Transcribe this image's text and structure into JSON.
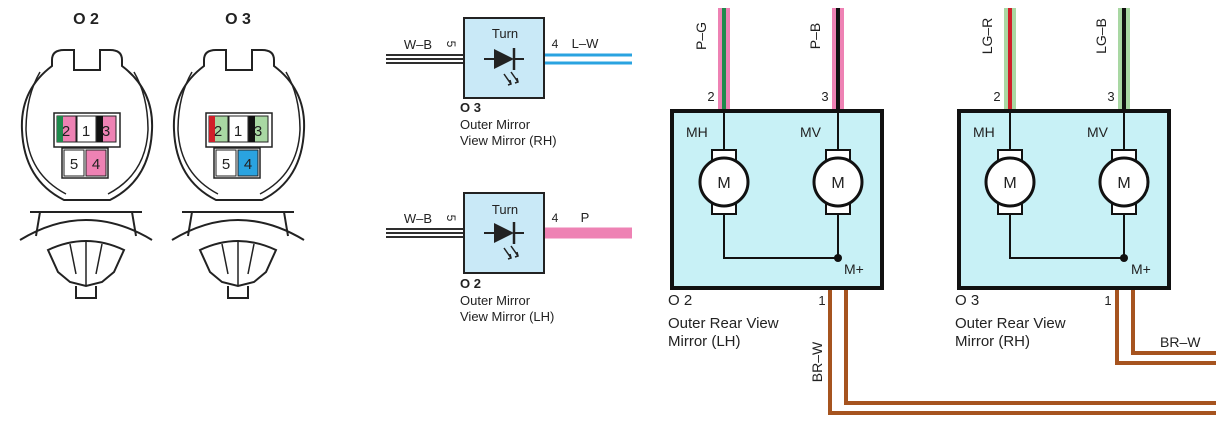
{
  "connectors": [
    {
      "code": "O 2",
      "pins_top": [
        "2",
        "1",
        "3"
      ],
      "pins_bottom": [
        "5",
        "4"
      ]
    },
    {
      "code": "O 3",
      "pins_top": [
        "2",
        "1",
        "3"
      ],
      "pins_bottom": [
        "5",
        "4"
      ]
    }
  ],
  "turn_lamps": [
    {
      "label": "Turn",
      "code": "O 3",
      "line1": "Outer Mirror",
      "line2": "View Mirror (RH)",
      "in_wire": "W–B",
      "in_pin": "5",
      "out_pin": "4",
      "out_wire": "L–W"
    },
    {
      "label": "Turn",
      "code": "O 2",
      "line1": "Outer Mirror",
      "line2": "View Mirror (LH)",
      "in_wire": "W–B",
      "in_pin": "5",
      "out_pin": "4",
      "out_wire": "P"
    }
  ],
  "mirrors": [
    {
      "code": "O 2",
      "line1": "Outer Rear View",
      "line2": "Mirror (LH)",
      "wire_a": "P–G",
      "pin_a": "2",
      "wire_b": "P–B",
      "pin_b": "3",
      "motor_a": "MH",
      "motor_b": "MV",
      "motor_symbol": "M",
      "common_label": "M+",
      "common_pin": "1"
    },
    {
      "code": "O 3",
      "line1": "Outer Rear View",
      "line2": "Mirror (RH)",
      "wire_a": "LG–R",
      "pin_a": "2",
      "wire_b": "LG–B",
      "pin_b": "3",
      "motor_a": "MH",
      "motor_b": "MV",
      "motor_symbol": "M",
      "common_label": "M+",
      "common_pin": "1"
    }
  ],
  "ground_wire_lh": "BR–W",
  "ground_wire_rh": "BR–W",
  "colors": {
    "pink": "#ee82b4",
    "green": "#1f8a4c",
    "black": "#111111",
    "red": "#d0202a",
    "light_green": "#a9d8a3",
    "blue": "#2aa3e0",
    "brown": "#a6541f",
    "box_fill": "#c8f1f6",
    "lamp_fill": "#c9e9f7"
  }
}
